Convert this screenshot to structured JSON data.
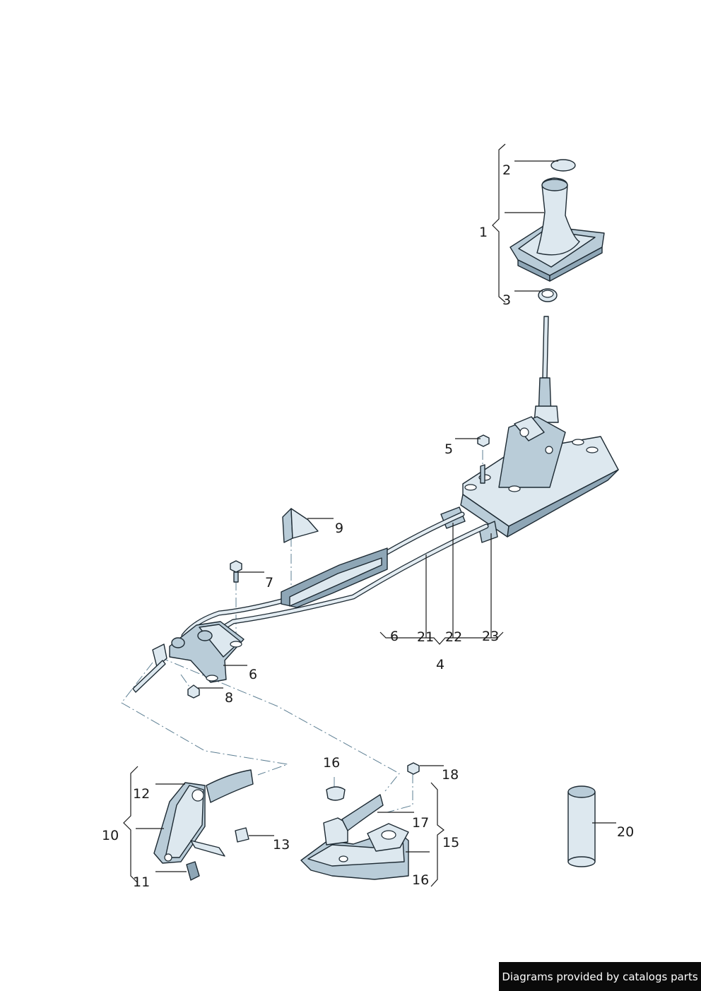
{
  "callouts": {
    "n1": "1",
    "n2": "2",
    "n3": "3",
    "n4": "4",
    "n5": "5",
    "n6a": "6",
    "n6b": "6",
    "n7": "7",
    "n8": "8",
    "n9": "9",
    "n10": "10",
    "n11": "11",
    "n12": "12",
    "n13": "13",
    "n15": "15",
    "n16a": "16",
    "n16b": "16",
    "n17": "17",
    "n18": "18",
    "n20": "20",
    "n21": "21",
    "n22": "22",
    "n23": "23"
  },
  "footer": {
    "credit": "Diagrams provided by catalogs parts"
  },
  "colors": {
    "part_fill": "#dde8ef",
    "part_shade": "#b9ccd8",
    "part_dark": "#8ea6b6",
    "outline": "#1d2a33",
    "dashed_link": "#5d7f93"
  }
}
